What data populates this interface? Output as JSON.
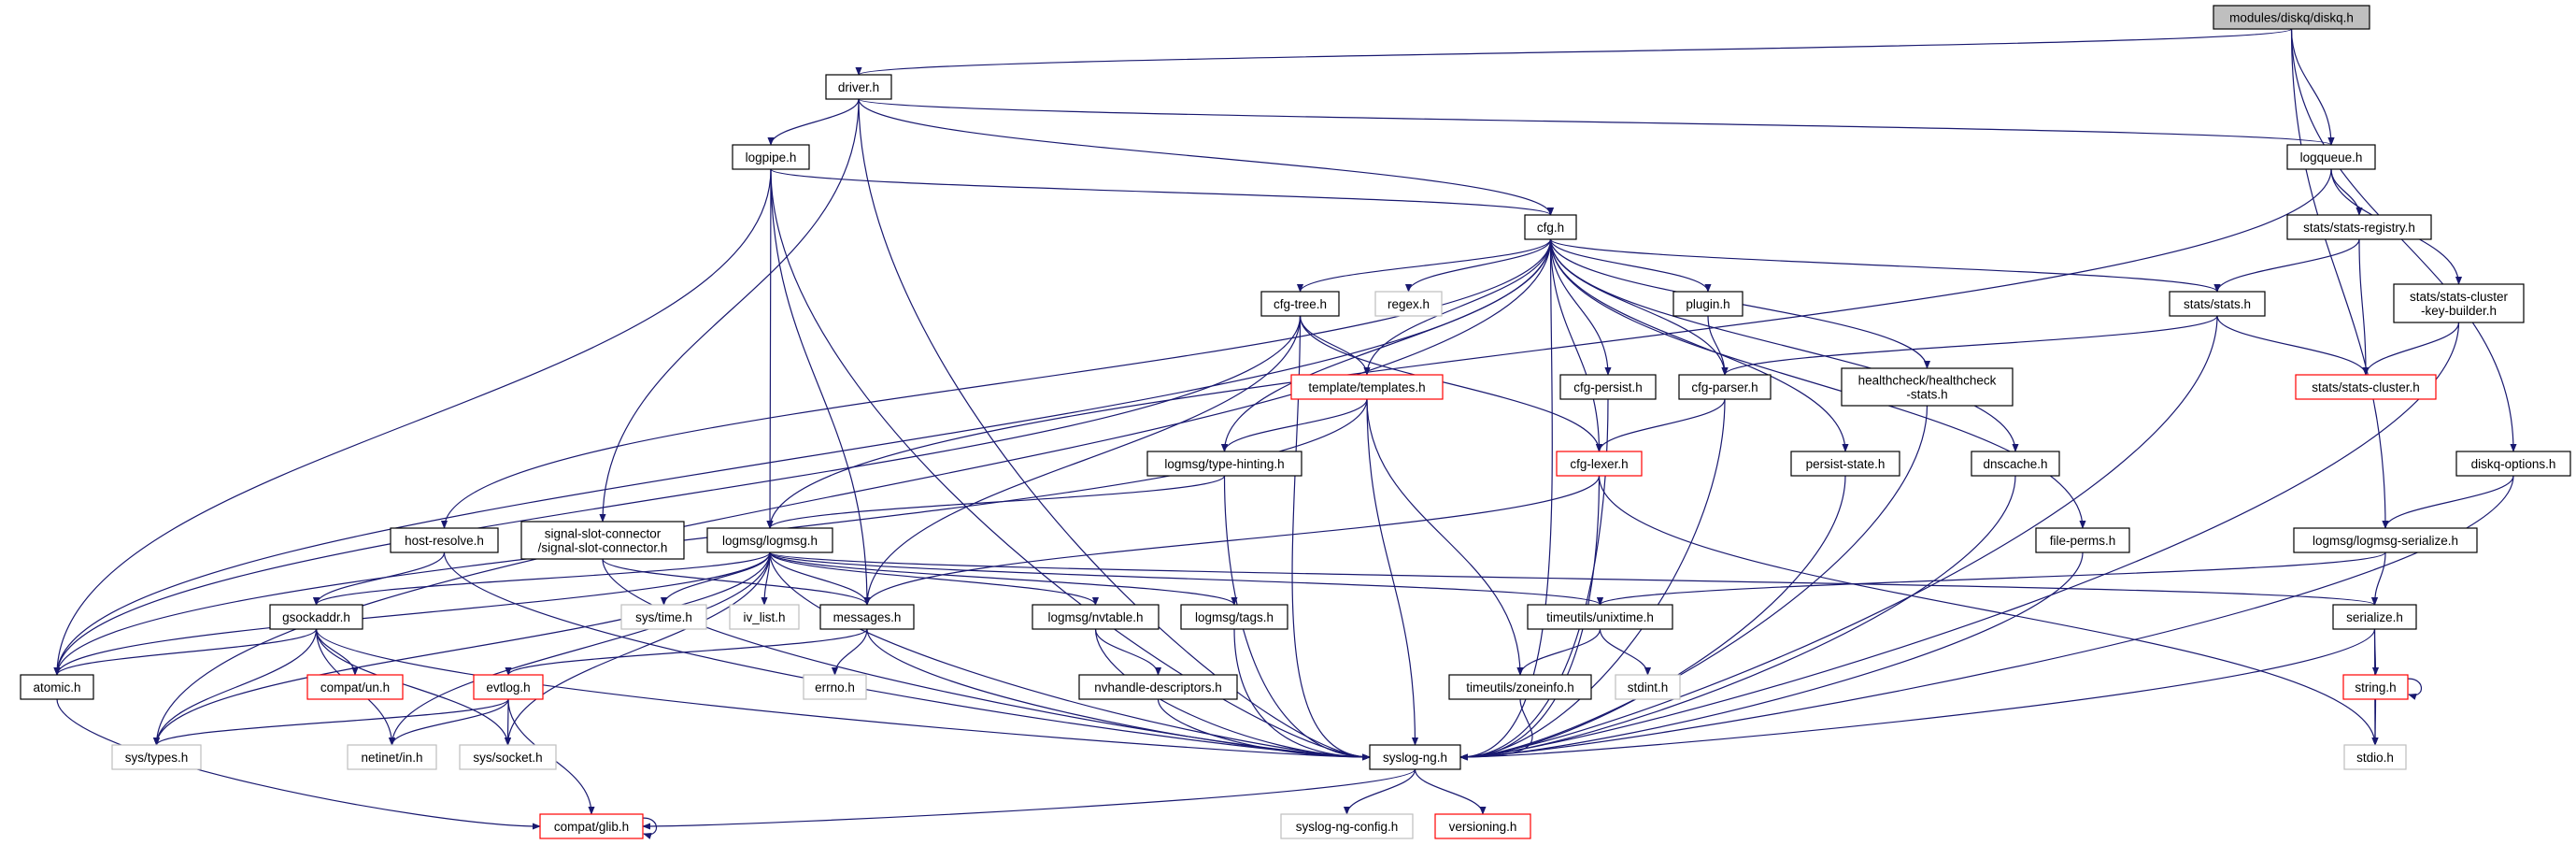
{
  "graph": {
    "type": "include-dependency-graph",
    "colors": {
      "edge": "#191970",
      "node_border": "#000000",
      "external_border": "#bfbfbf",
      "truncated_border": "#ff0000",
      "root_fill": "#bfbfbf",
      "node_fill": "#ffffff"
    },
    "nodes": [
      {
        "id": "diskq",
        "lines": [
          "modules/diskq/diskq.h"
        ],
        "style": "root"
      },
      {
        "id": "driver",
        "lines": [
          "driver.h"
        ],
        "style": "normal"
      },
      {
        "id": "logpipe",
        "lines": [
          "logpipe.h"
        ],
        "style": "normal"
      },
      {
        "id": "logqueue",
        "lines": [
          "logqueue.h"
        ],
        "style": "normal"
      },
      {
        "id": "cfg",
        "lines": [
          "cfg.h"
        ],
        "style": "normal"
      },
      {
        "id": "statsreg",
        "lines": [
          "stats/stats-registry.h"
        ],
        "style": "normal"
      },
      {
        "id": "cfgtree",
        "lines": [
          "cfg-tree.h"
        ],
        "style": "normal"
      },
      {
        "id": "regex",
        "lines": [
          "regex.h"
        ],
        "style": "external"
      },
      {
        "id": "plugin",
        "lines": [
          "plugin.h"
        ],
        "style": "normal"
      },
      {
        "id": "stats",
        "lines": [
          "stats/stats.h"
        ],
        "style": "normal"
      },
      {
        "id": "keybuilder",
        "lines": [
          "stats/stats-cluster",
          "-key-builder.h"
        ],
        "style": "normal"
      },
      {
        "id": "templates",
        "lines": [
          "template/templates.h"
        ],
        "style": "truncated"
      },
      {
        "id": "cfgpersist",
        "lines": [
          "cfg-persist.h"
        ],
        "style": "normal"
      },
      {
        "id": "cfgparser",
        "lines": [
          "cfg-parser.h"
        ],
        "style": "normal"
      },
      {
        "id": "health",
        "lines": [
          "healthcheck/healthcheck",
          "-stats.h"
        ],
        "style": "normal"
      },
      {
        "id": "statscluster",
        "lines": [
          "stats/stats-cluster.h"
        ],
        "style": "truncated"
      },
      {
        "id": "typehint",
        "lines": [
          "logmsg/type-hinting.h"
        ],
        "style": "normal"
      },
      {
        "id": "cfglexer",
        "lines": [
          "cfg-lexer.h"
        ],
        "style": "truncated"
      },
      {
        "id": "persist",
        "lines": [
          "persist-state.h"
        ],
        "style": "normal"
      },
      {
        "id": "dnscache",
        "lines": [
          "dnscache.h"
        ],
        "style": "normal"
      },
      {
        "id": "diskqopt",
        "lines": [
          "diskq-options.h"
        ],
        "style": "normal"
      },
      {
        "id": "hostres",
        "lines": [
          "host-resolve.h"
        ],
        "style": "normal"
      },
      {
        "id": "signal",
        "lines": [
          "signal-slot-connector",
          "/signal-slot-connector.h"
        ],
        "style": "normal"
      },
      {
        "id": "logmsg",
        "lines": [
          "logmsg/logmsg.h"
        ],
        "style": "normal"
      },
      {
        "id": "fileperms",
        "lines": [
          "file-perms.h"
        ],
        "style": "normal"
      },
      {
        "id": "lmserial",
        "lines": [
          "logmsg/logmsg-serialize.h"
        ],
        "style": "normal"
      },
      {
        "id": "gsock",
        "lines": [
          "gsockaddr.h"
        ],
        "style": "normal"
      },
      {
        "id": "systime",
        "lines": [
          "sys/time.h"
        ],
        "style": "external"
      },
      {
        "id": "ivlist",
        "lines": [
          "iv_list.h"
        ],
        "style": "external"
      },
      {
        "id": "messages",
        "lines": [
          "messages.h"
        ],
        "style": "normal"
      },
      {
        "id": "nvtable",
        "lines": [
          "logmsg/nvtable.h"
        ],
        "style": "normal"
      },
      {
        "id": "tags",
        "lines": [
          "logmsg/tags.h"
        ],
        "style": "normal"
      },
      {
        "id": "unixtime",
        "lines": [
          "timeutils/unixtime.h"
        ],
        "style": "normal"
      },
      {
        "id": "serialize",
        "lines": [
          "serialize.h"
        ],
        "style": "normal"
      },
      {
        "id": "atomic",
        "lines": [
          "atomic.h"
        ],
        "style": "normal"
      },
      {
        "id": "compatun",
        "lines": [
          "compat/un.h"
        ],
        "style": "truncated"
      },
      {
        "id": "evtlog",
        "lines": [
          "evtlog.h"
        ],
        "style": "truncated"
      },
      {
        "id": "errno",
        "lines": [
          "errno.h"
        ],
        "style": "external"
      },
      {
        "id": "nvhandle",
        "lines": [
          "nvhandle-descriptors.h"
        ],
        "style": "normal"
      },
      {
        "id": "zoneinfo",
        "lines": [
          "timeutils/zoneinfo.h"
        ],
        "style": "normal"
      },
      {
        "id": "stdint",
        "lines": [
          "stdint.h"
        ],
        "style": "external"
      },
      {
        "id": "string",
        "lines": [
          "string.h"
        ],
        "style": "truncated"
      },
      {
        "id": "systypes",
        "lines": [
          "sys/types.h"
        ],
        "style": "external"
      },
      {
        "id": "netinet",
        "lines": [
          "netinet/in.h"
        ],
        "style": "external"
      },
      {
        "id": "syssocket",
        "lines": [
          "sys/socket.h"
        ],
        "style": "external"
      },
      {
        "id": "syslogng",
        "lines": [
          "syslog-ng.h"
        ],
        "style": "normal"
      },
      {
        "id": "stdio",
        "lines": [
          "stdio.h"
        ],
        "style": "external"
      },
      {
        "id": "glib",
        "lines": [
          "compat/glib.h"
        ],
        "style": "truncated"
      },
      {
        "id": "slconfig",
        "lines": [
          "syslog-ng-config.h"
        ],
        "style": "external"
      },
      {
        "id": "versioning",
        "lines": [
          "versioning.h"
        ],
        "style": "truncated"
      }
    ],
    "edges": [
      [
        "diskq",
        "driver"
      ],
      [
        "diskq",
        "logqueue"
      ],
      [
        "diskq",
        "lmserial"
      ],
      [
        "diskq",
        "diskqopt"
      ],
      [
        "driver",
        "logpipe"
      ],
      [
        "driver",
        "logqueue"
      ],
      [
        "driver",
        "cfg"
      ],
      [
        "driver",
        "syslogng"
      ],
      [
        "driver",
        "signal"
      ],
      [
        "logpipe",
        "cfg"
      ],
      [
        "logpipe",
        "logmsg"
      ],
      [
        "logpipe",
        "messages"
      ],
      [
        "logpipe",
        "syslogng"
      ],
      [
        "logpipe",
        "atomic"
      ],
      [
        "logqueue",
        "logmsg"
      ],
      [
        "logqueue",
        "statsreg"
      ],
      [
        "logqueue",
        "keybuilder"
      ],
      [
        "cfg",
        "cfgtree"
      ],
      [
        "cfg",
        "regex"
      ],
      [
        "cfg",
        "plugin"
      ],
      [
        "cfg",
        "stats"
      ],
      [
        "cfg",
        "templates"
      ],
      [
        "cfg",
        "cfgpersist"
      ],
      [
        "cfg",
        "cfgparser"
      ],
      [
        "cfg",
        "health"
      ],
      [
        "cfg",
        "cfglexer"
      ],
      [
        "cfg",
        "typehint"
      ],
      [
        "cfg",
        "persist"
      ],
      [
        "cfg",
        "dnscache"
      ],
      [
        "cfg",
        "fileperms"
      ],
      [
        "cfg",
        "syslogng"
      ],
      [
        "cfg",
        "atomic"
      ],
      [
        "cfg",
        "systypes"
      ],
      [
        "cfg",
        "hostres"
      ],
      [
        "statsreg",
        "stats"
      ],
      [
        "statsreg",
        "statscluster"
      ],
      [
        "keybuilder",
        "statscluster"
      ],
      [
        "keybuilder",
        "syslogng"
      ],
      [
        "stats",
        "cfgparser"
      ],
      [
        "stats",
        "statscluster"
      ],
      [
        "stats",
        "syslogng"
      ],
      [
        "cfgtree",
        "templates"
      ],
      [
        "cfgtree",
        "cfglexer"
      ],
      [
        "cfgtree",
        "messages"
      ],
      [
        "cfgtree",
        "syslogng"
      ],
      [
        "cfgtree",
        "atomic"
      ],
      [
        "templates",
        "typehint"
      ],
      [
        "templates",
        "syslogng"
      ],
      [
        "templates",
        "zoneinfo"
      ],
      [
        "templates",
        "atomic"
      ],
      [
        "plugin",
        "cfgparser"
      ],
      [
        "cfgpersist",
        "syslogng"
      ],
      [
        "cfgparser",
        "cfglexer"
      ],
      [
        "cfgparser",
        "syslogng"
      ],
      [
        "health",
        "syslogng"
      ],
      [
        "cfglexer",
        "messages"
      ],
      [
        "cfglexer",
        "syslogng"
      ],
      [
        "cfglexer",
        "stdio"
      ],
      [
        "typehint",
        "logmsg"
      ],
      [
        "typehint",
        "syslogng"
      ],
      [
        "persist",
        "syslogng"
      ],
      [
        "dnscache",
        "syslogng"
      ],
      [
        "fileperms",
        "syslogng"
      ],
      [
        "diskqopt",
        "lmserial"
      ],
      [
        "diskqopt",
        "syslogng"
      ],
      [
        "lmserial",
        "unixtime"
      ],
      [
        "lmserial",
        "serialize"
      ],
      [
        "hostres",
        "gsock"
      ],
      [
        "hostres",
        "syslogng"
      ],
      [
        "signal",
        "messages"
      ],
      [
        "signal",
        "syslogng"
      ],
      [
        "logmsg",
        "gsock"
      ],
      [
        "logmsg",
        "systime"
      ],
      [
        "logmsg",
        "ivlist"
      ],
      [
        "logmsg",
        "messages"
      ],
      [
        "logmsg",
        "nvtable"
      ],
      [
        "logmsg",
        "tags"
      ],
      [
        "logmsg",
        "unixtime"
      ],
      [
        "logmsg",
        "serialize"
      ],
      [
        "logmsg",
        "atomic"
      ],
      [
        "logmsg",
        "systypes"
      ],
      [
        "logmsg",
        "netinet"
      ],
      [
        "logmsg",
        "syssocket"
      ],
      [
        "logmsg",
        "syslogng"
      ],
      [
        "gsock",
        "atomic"
      ],
      [
        "gsock",
        "compatun"
      ],
      [
        "gsock",
        "systypes"
      ],
      [
        "gsock",
        "netinet"
      ],
      [
        "gsock",
        "syssocket"
      ],
      [
        "gsock",
        "syslogng"
      ],
      [
        "messages",
        "evtlog"
      ],
      [
        "messages",
        "errno"
      ],
      [
        "messages",
        "syslogng"
      ],
      [
        "nvtable",
        "nvhandle"
      ],
      [
        "nvtable",
        "syslogng"
      ],
      [
        "tags",
        "syslogng"
      ],
      [
        "nvhandle",
        "syslogng"
      ],
      [
        "unixtime",
        "zoneinfo"
      ],
      [
        "unixtime",
        "stdint"
      ],
      [
        "zoneinfo",
        "syslogng"
      ],
      [
        "serialize",
        "string"
      ],
      [
        "serialize",
        "stdio"
      ],
      [
        "serialize",
        "syslogng"
      ],
      [
        "string",
        "string"
      ],
      [
        "string",
        "stdio"
      ],
      [
        "atomic",
        "glib"
      ],
      [
        "evtlog",
        "systypes"
      ],
      [
        "evtlog",
        "netinet"
      ],
      [
        "evtlog",
        "syssocket"
      ],
      [
        "evtlog",
        "glib"
      ],
      [
        "syslogng",
        "glib"
      ],
      [
        "syslogng",
        "slconfig"
      ],
      [
        "syslogng",
        "versioning"
      ],
      [
        "glib",
        "glib"
      ]
    ]
  }
}
